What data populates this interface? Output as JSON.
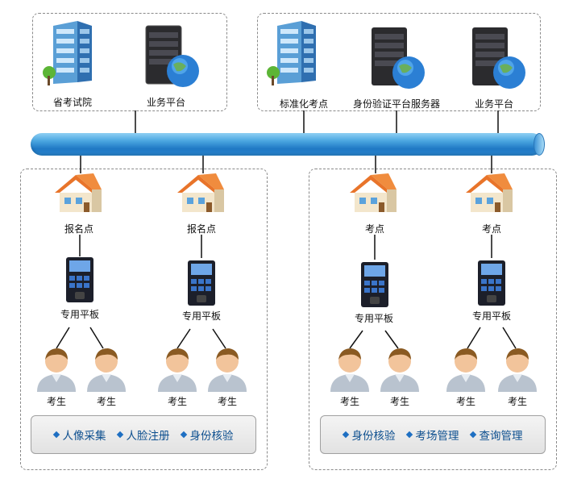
{
  "top_groups": [
    {
      "nodes": [
        {
          "label": "省考试院",
          "icon": "office-building-icon"
        },
        {
          "label": "业务平台",
          "icon": "server-globe-icon"
        }
      ]
    },
    {
      "nodes": [
        {
          "label": "标准化考点",
          "icon": "office-building-icon"
        },
        {
          "label": "身份验证平台服务器",
          "icon": "server-globe-icon"
        },
        {
          "label": "业务平台",
          "icon": "server-globe-icon"
        }
      ]
    }
  ],
  "left_group": {
    "sites": [
      {
        "site_label": "报名点",
        "device_label": "专用平板",
        "users": [
          "考生",
          "考生"
        ]
      },
      {
        "site_label": "报名点",
        "device_label": "专用平板",
        "users": [
          "考生",
          "考生"
        ]
      }
    ],
    "functions": [
      "人像采集",
      "人脸注册",
      "身份核验"
    ]
  },
  "right_group": {
    "sites": [
      {
        "site_label": "考点",
        "device_label": "专用平板",
        "users": [
          "考生",
          "考生"
        ]
      },
      {
        "site_label": "考点",
        "device_label": "专用平板",
        "users": [
          "考生",
          "考生"
        ]
      }
    ],
    "functions": [
      "身份核验",
      "考场管理",
      "查询管理"
    ]
  },
  "colors": {
    "bus": "#2a86cf",
    "function_text": "#0d4f8f",
    "roof": "#e8742a",
    "person_shirt": "#b9c3cf"
  }
}
